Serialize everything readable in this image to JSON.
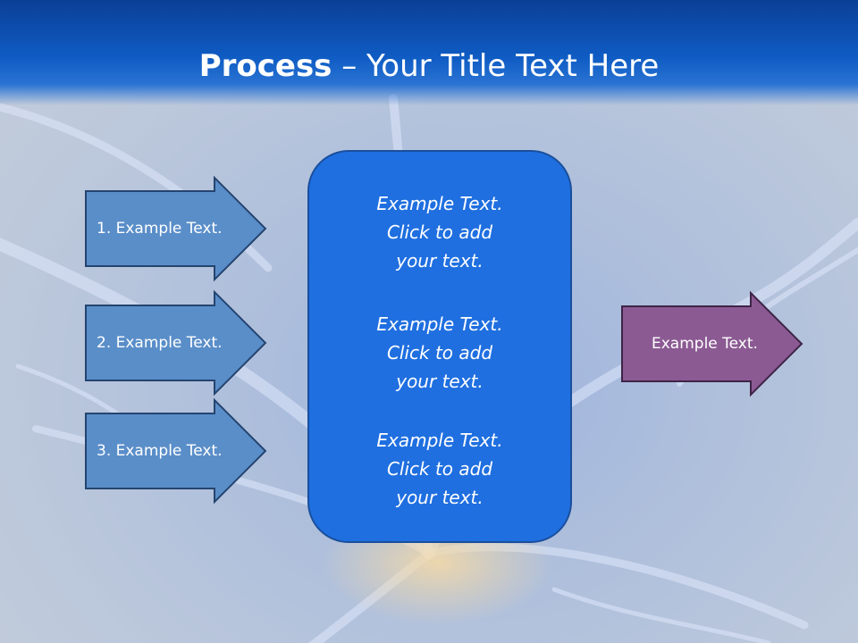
{
  "slide": {
    "title_bold": "Process",
    "title_rest": " – Your Title Text Here",
    "left_arrows": [
      {
        "label": "1. Example Text."
      },
      {
        "label": "2. Example Text."
      },
      {
        "label": "3. Example Text."
      }
    ],
    "center_blocks": [
      {
        "lines": [
          "Example Text.",
          "Click  to add",
          "your text."
        ]
      },
      {
        "lines": [
          "Example Text.",
          "Click  to add",
          "your text."
        ]
      },
      {
        "lines": [
          "Example Text.",
          "Click  to add",
          "your text."
        ]
      }
    ],
    "right_arrow": {
      "label": "Example Text."
    }
  },
  "colors": {
    "header": "#0f5cc4",
    "left_arrow_fill": "#5a8ec9",
    "center_box_fill": "#1f6fe0",
    "right_arrow_fill": "#8b5a93"
  }
}
